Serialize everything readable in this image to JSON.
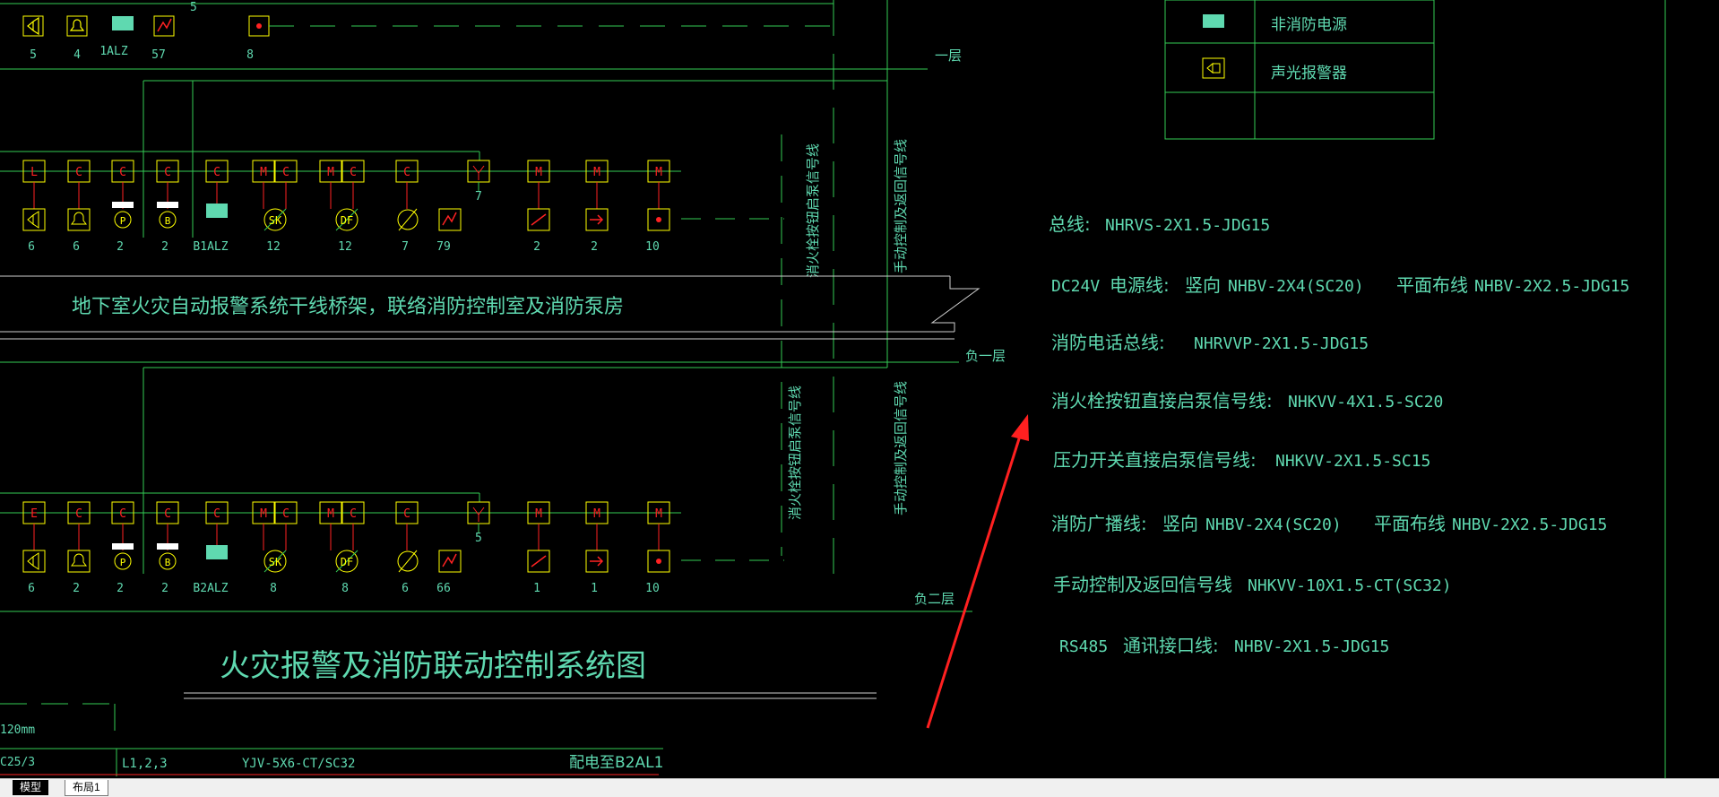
{
  "diagram": {
    "title": "火灾报警及消防联动控制系统图",
    "tray_label": "地下室火灾自动报警系统干线桥架，联络消防控制室及消防泵房",
    "floor_labels": [
      "一层",
      "负一层",
      "负二层"
    ],
    "vertical_labels": [
      "消火栓按钮启泵信号线",
      "手动控制及返回信号线"
    ],
    "row_top": {
      "bottom_counts": [
        "5",
        "4",
        "1ALZ",
        "57",
        "8"
      ],
      "extra": "5"
    },
    "row_b1": {
      "top_labels": [
        "L",
        "C",
        "C",
        "C",
        "C",
        "M",
        "C",
        "M",
        "C",
        "C",
        "M",
        "M",
        "M"
      ],
      "bottom_counts": [
        "6",
        "6",
        "2",
        "2",
        "B1ALZ",
        "12",
        "12",
        "7",
        "79",
        "2",
        "2",
        "10"
      ],
      "extra": "7",
      "circle_p": "P",
      "circle_b": "B",
      "sk": "SK",
      "df": "DF"
    },
    "row_b2": {
      "top_labels": [
        "E",
        "C",
        "C",
        "C",
        "C",
        "M",
        "C",
        "M",
        "C",
        "C",
        "M",
        "M",
        "M"
      ],
      "bottom_counts": [
        "6",
        "2",
        "2",
        "2",
        "B2ALZ",
        "8",
        "8",
        "6",
        "66",
        "1",
        "1",
        "10"
      ],
      "extra": "5",
      "circle_p": "P",
      "circle_b": "B",
      "sk": "SK",
      "df": "DF"
    },
    "bottom_left": {
      "dim": "120mm",
      "code1": "C25/3",
      "code2": "L1,2,3",
      "cable": "YJV-5X6-CT/SC32",
      "feed": "配电至B2AL1"
    }
  },
  "legend": {
    "rows": [
      {
        "label": "非消防电源"
      },
      {
        "label": "声光报警器"
      },
      {
        "label": ""
      }
    ]
  },
  "notes": [
    {
      "a": "总线:",
      "b": "NHRVS-2X1.5-JDG15"
    },
    {
      "a": "DC24V",
      "b": "电源线:",
      "c": "竖向",
      "d": "NHBV-2X4(SC20)",
      "e": "平面布线",
      "f": "NHBV-2X2.5-JDG15"
    },
    {
      "a": "消防电话总线:",
      "b": "NHRVVP-2X1.5-JDG15"
    },
    {
      "a": "消火栓按钮直接启泵信号线:",
      "b": "NHKVV-4X1.5-SC20"
    },
    {
      "a": "压力开关直接启泵信号线:",
      "b": "NHKVV-2X1.5-SC15"
    },
    {
      "a": "消防广播线:",
      "b": "竖向",
      "c": "NHBV-2X4(SC20)",
      "d": "平面布线",
      "e": "NHBV-2X2.5-JDG15"
    },
    {
      "a": "手动控制及返回信号线",
      "b": "NHKVV-10X1.5-CT(SC32)"
    },
    {
      "a": "RS485",
      "b": "通讯接口线:",
      "c": "NHBV-2X1.5-JDG15"
    }
  ],
  "tabs": {
    "model": "模型",
    "layout": "布局1"
  },
  "colors": {
    "bg": "#000000",
    "line_green": "#33cc55",
    "symbol_yellow": "#ffff00",
    "symbol_red": "#ff2222",
    "text_cyan": "#5fd9b0",
    "arrow_red": "#ff2020",
    "tray_white": "#d0d0d0"
  }
}
